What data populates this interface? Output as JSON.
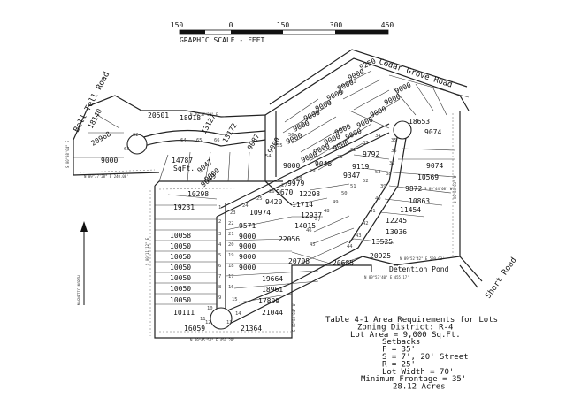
{
  "scale": {
    "ticks": [
      "150",
      "0",
      "150",
      "300",
      "450"
    ],
    "caption": "GRAPHIC SCALE - FEET"
  },
  "roads": {
    "cedar_grove": "Cedar Grove Road",
    "bell_tell": "Bell Tell Road",
    "short": "Short Road"
  },
  "labels": {
    "magnetic_north": "MAGNETIC NORTH",
    "detention_pond": "Detention Pond"
  },
  "table": {
    "title": "Table 4-1 Area Requirements for Lots",
    "zoning": "Zoning District: R-4",
    "lot_area": "Lot Area = 9,000 Sq.Ft.",
    "setbacks_heading": "Setbacks",
    "setback_f": "F = 35'",
    "setback_s": "S = 7', 20' Street",
    "setback_r": "R = 25'",
    "lot_width": "Lot Width = 70'",
    "min_frontage": "Minimum Frontage = 35'",
    "acres": "28.12 Acres"
  },
  "lots": [
    {
      "area": "9250"
    },
    {
      "area": "9000"
    },
    {
      "area": "9000"
    },
    {
      "area": "9000"
    },
    {
      "area": "9000"
    },
    {
      "area": "9000"
    },
    {
      "area": "9000"
    },
    {
      "area": "9000"
    },
    {
      "area": "9000"
    },
    {
      "area": "9000"
    },
    {
      "area": "9000"
    },
    {
      "area": "9000"
    },
    {
      "area": "9000"
    },
    {
      "area": "9000"
    },
    {
      "area": "18653"
    },
    {
      "area": "9074"
    },
    {
      "area": "9074"
    },
    {
      "area": "9792"
    },
    {
      "area": "9119"
    },
    {
      "area": "9347"
    },
    {
      "area": "10569"
    },
    {
      "area": "9872"
    },
    {
      "area": "10863"
    },
    {
      "area": "11454"
    },
    {
      "area": "12245"
    },
    {
      "area": "13036"
    },
    {
      "area": "13525"
    },
    {
      "area": "20925"
    },
    {
      "area": "20685"
    },
    {
      "area": "20708"
    },
    {
      "area": "22056"
    },
    {
      "area": "14015"
    },
    {
      "area": "12937"
    },
    {
      "area": "11714"
    },
    {
      "area": "12298"
    },
    {
      "area": "9979"
    },
    {
      "area": "9670"
    },
    {
      "area": "9420"
    },
    {
      "area": "10974"
    },
    {
      "area": "9571"
    },
    {
      "area": "9000"
    },
    {
      "area": "9000"
    },
    {
      "area": "9000"
    },
    {
      "area": "9000"
    },
    {
      "area": "19664"
    },
    {
      "area": "18961"
    },
    {
      "area": "17809"
    },
    {
      "area": "21044"
    },
    {
      "area": "21364"
    },
    {
      "area": "16059"
    },
    {
      "area": "10111"
    },
    {
      "area": "10050"
    },
    {
      "area": "10050"
    },
    {
      "area": "10050"
    },
    {
      "area": "10050"
    },
    {
      "area": "10050"
    },
    {
      "area": "10050"
    },
    {
      "area": "10058"
    },
    {
      "area": "19231"
    },
    {
      "area": "14787"
    },
    {
      "area": "SqFt."
    },
    {
      "area": "10298"
    },
    {
      "area": "20501"
    },
    {
      "area": "18918"
    },
    {
      "area": "13127"
    },
    {
      "area": "13172"
    },
    {
      "area": "9087"
    },
    {
      "area": "9047"
    },
    {
      "area": "9000"
    },
    {
      "area": "9000"
    },
    {
      "area": "9049"
    },
    {
      "area": "9045"
    },
    {
      "area": "9000"
    },
    {
      "area": "9000"
    },
    {
      "area": "9000"
    },
    {
      "area": "9000"
    },
    {
      "area": "9000"
    },
    {
      "area": "18140"
    },
    {
      "area": "20968"
    },
    {
      "area": "9000"
    }
  ],
  "lot_numbers": [
    {
      "n": "1"
    },
    {
      "n": "2"
    },
    {
      "n": "3"
    },
    {
      "n": "4"
    },
    {
      "n": "5"
    },
    {
      "n": "6"
    },
    {
      "n": "7"
    },
    {
      "n": "8"
    },
    {
      "n": "9"
    },
    {
      "n": "10"
    },
    {
      "n": "11"
    },
    {
      "n": "12"
    },
    {
      "n": "13"
    },
    {
      "n": "14"
    },
    {
      "n": "15"
    },
    {
      "n": "16"
    },
    {
      "n": "17"
    },
    {
      "n": "18"
    },
    {
      "n": "19"
    },
    {
      "n": "20"
    },
    {
      "n": "21"
    },
    {
      "n": "22"
    },
    {
      "n": "23"
    },
    {
      "n": "24"
    },
    {
      "n": "25"
    },
    {
      "n": "26"
    },
    {
      "n": "27"
    },
    {
      "n": "28"
    },
    {
      "n": "29"
    },
    {
      "n": "30"
    },
    {
      "n": "31"
    },
    {
      "n": "32"
    },
    {
      "n": "33"
    },
    {
      "n": "34"
    },
    {
      "n": "35"
    },
    {
      "n": "36"
    },
    {
      "n": "37"
    },
    {
      "n": "38"
    },
    {
      "n": "39"
    },
    {
      "n": "40"
    },
    {
      "n": "41"
    },
    {
      "n": "42"
    },
    {
      "n": "43"
    },
    {
      "n": "44"
    },
    {
      "n": "45"
    },
    {
      "n": "46"
    },
    {
      "n": "47"
    },
    {
      "n": "48"
    },
    {
      "n": "49"
    },
    {
      "n": "50"
    },
    {
      "n": "51"
    },
    {
      "n": "52"
    },
    {
      "n": "53"
    },
    {
      "n": "54"
    },
    {
      "n": "55"
    },
    {
      "n": "56"
    },
    {
      "n": "57"
    },
    {
      "n": "58"
    },
    {
      "n": "59"
    },
    {
      "n": "60"
    },
    {
      "n": "61"
    },
    {
      "n": "62"
    },
    {
      "n": "63"
    },
    {
      "n": "64"
    },
    {
      "n": "65"
    },
    {
      "n": "66"
    }
  ],
  "bearings": [
    {
      "t": "N 89°37'28\" E 240.00'"
    },
    {
      "t": "N 89°45'54\" E 450.28'"
    },
    {
      "t": "N 89°53'40\" E 455.17'"
    },
    {
      "t": "N 89°52'42\" E 509.93'"
    },
    {
      "t": "S 00°11'12\" E"
    },
    {
      "t": "N 00°08'03\" W"
    },
    {
      "t": "S 00°08'04\" W"
    },
    {
      "t": "N 89°37'28\" E"
    },
    {
      "t": "S 89°44'08\" W"
    },
    {
      "t": "S 00°08'04\" E"
    }
  ]
}
